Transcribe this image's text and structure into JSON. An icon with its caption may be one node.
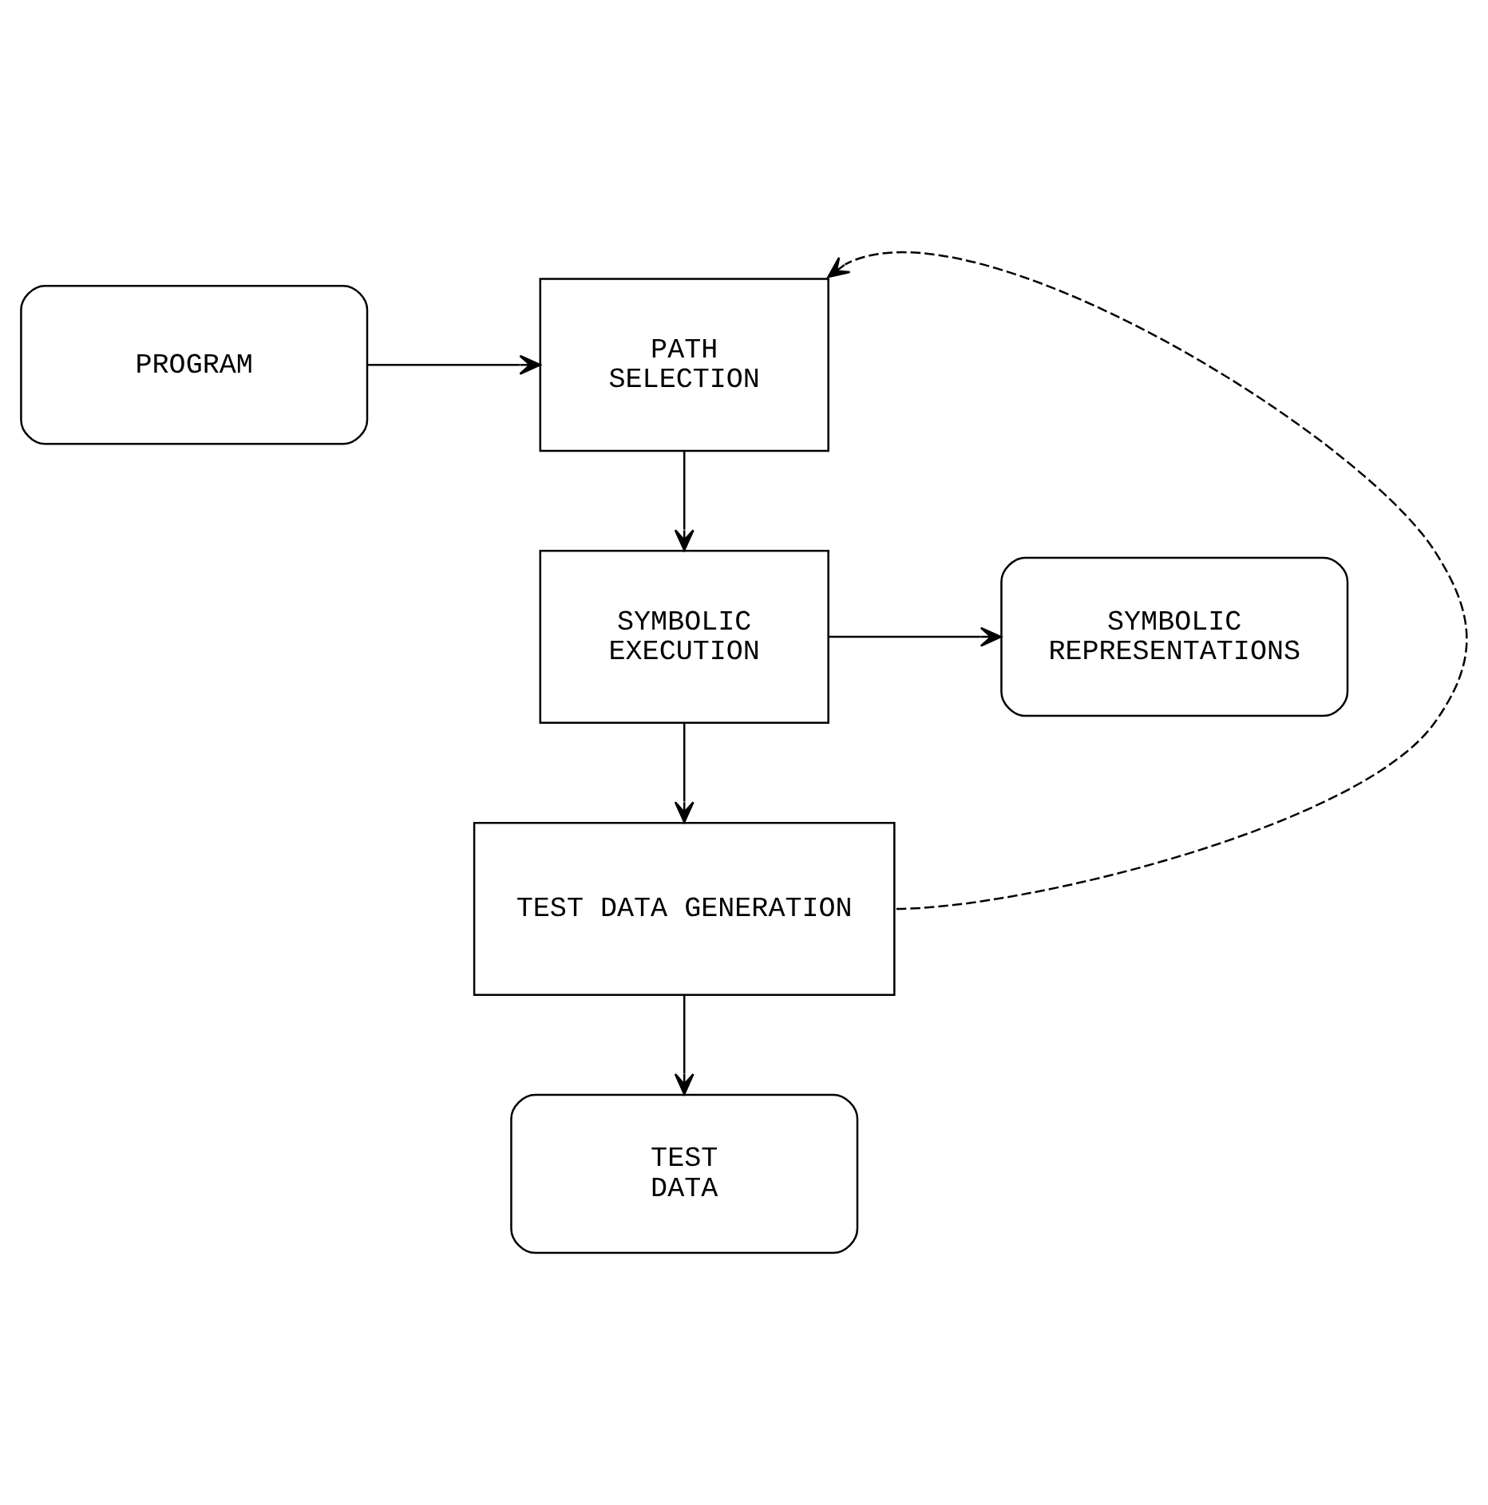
{
  "diagram": {
    "nodes": [
      {
        "text": [
          "PROGRAM"
        ]
      },
      {
        "text": [
          "PATH SELECTION"
        ]
      },
      {
        "text": [
          "SYMBOLIC REPRESENTATIONS"
        ]
      },
      {
        "text": [
          "SYMBOLIC EXECUTION"
        ]
      },
      {
        "text": [
          "TEST DATA GENERATION"
        ]
      },
      {
        "text": [
          "TEST DATA"
        ]
      }
    ],
    "edges": [
      {
        "from": 0,
        "to": 1,
        "arrow": "to"
      },
      {
        "from": 1,
        "to": 3,
        "arrow": "to"
      },
      {
        "from": 3,
        "to": 2,
        "arrow": "to"
      },
      {
        "from": 3,
        "to": 4,
        "arrow": "to"
      },
      {
        "from": 4,
        "to": 5,
        "arrow": "to"
      },
      {
        "from": 4,
        "to": 1,
        "arrow": "to",
        "style": "dashed"
      }
    ]
  }
}
